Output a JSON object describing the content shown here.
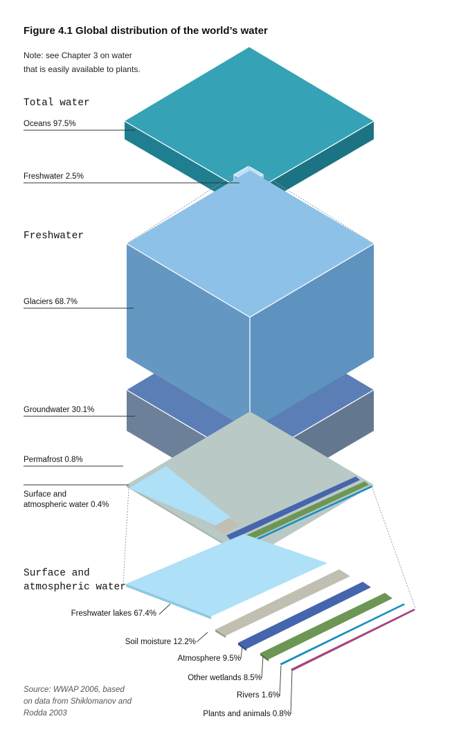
{
  "figure": {
    "title": "Figure 4.1 Global distribution of the world’s water",
    "note_line1": "Note: see Chapter 3 on water",
    "note_line2": "that is easily available to plants.",
    "source_line1": "Source: WWAP 2006, based",
    "source_line2": "on data from Shiklomanov and",
    "source_line3": "Rodda 2003"
  },
  "sections": {
    "total": "Total water",
    "freshwater": "Freshwater",
    "surface_line1": "Surface and",
    "surface_line2": "atmospheric water"
  },
  "total_water": [
    {
      "label": "Oceans 97.5%",
      "value": 97.5
    },
    {
      "label": "Freshwater 2.5%",
      "value": 2.5
    }
  ],
  "freshwater": [
    {
      "label": "Glaciers 68.7%",
      "value": 68.7
    },
    {
      "label": "Groundwater 30.1%",
      "value": 30.1
    },
    {
      "label": "Permafrost 0.8%",
      "value": 0.8
    }
  ],
  "surface_summary": {
    "line1": "Surface and",
    "line2": "atmospheric water 0.4%",
    "value": 0.4
  },
  "surface_water": [
    {
      "label": "Freshwater lakes 67.4%",
      "value": 67.4
    },
    {
      "label": "Soil moisture 12.2%",
      "value": 12.2
    },
    {
      "label": "Atmosphere 9.5%",
      "value": 9.5
    },
    {
      "label": "Other wetlands 8.5%",
      "value": 8.5
    },
    {
      "label": "Rivers 1.6%",
      "value": 1.6
    },
    {
      "label": "Plants and animals 0.8%",
      "value": 0.8
    }
  ],
  "colors": {
    "ocean_top": "#35a2b5",
    "ocean_side": "#1d7b8c",
    "fresh_top": "#8ec1e8",
    "glacier_side": "#6497c2",
    "groundwater_top": "#5b7eb6",
    "groundwater_side": "#6b8098",
    "permafrost": "#b9c9c6",
    "lakes": "#aee0f7",
    "soil": "#c1bfb1",
    "atmosphere": "#4565ad",
    "wetlands": "#6d9655",
    "rivers": "#1a8ec0",
    "plants": "#a7457b",
    "leader": "#333333"
  }
}
